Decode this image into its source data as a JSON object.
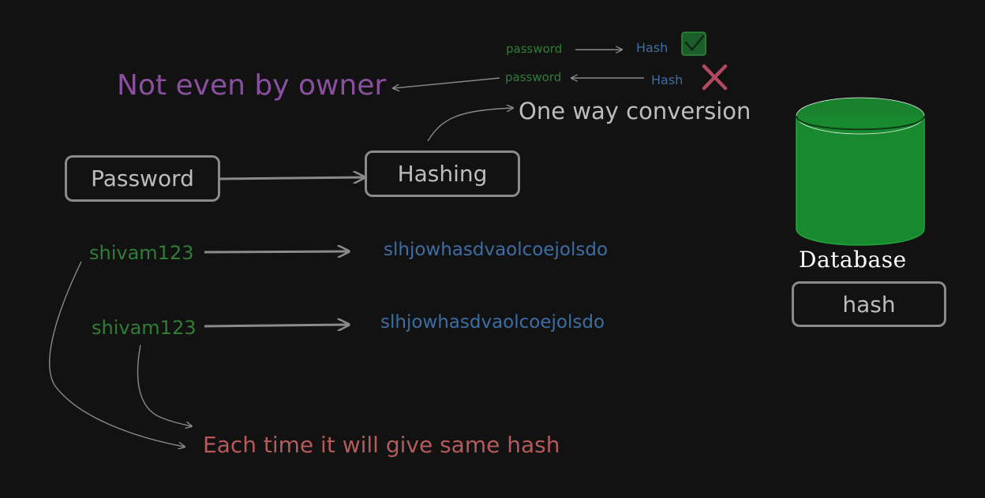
{
  "diagram": {
    "top_row": {
      "password_ok": "password",
      "hash_ok": "Hash",
      "password_fail": "password",
      "hash_fail": "Hash"
    },
    "not_even_by_owner": "Not even by owner",
    "one_way_conversion": "One way conversion",
    "password_box": "Password",
    "hashing_box": "Hashing",
    "examples": [
      {
        "input": "shivam123",
        "output": "slhjowhasdvaolcoejolsdo"
      },
      {
        "input": "shivam123",
        "output": "slhjowhasdvaolcoejolsdo"
      }
    ],
    "same_hash_note": "Each time it will give same hash",
    "database": {
      "label": "Database",
      "field": "hash"
    },
    "colors": {
      "background": "#121212",
      "green_text": "#2f7d36",
      "blue_text": "#3d6ea3",
      "purple_text": "#8a4f9e",
      "red_text": "#b75a5a",
      "gray_text": "#bdbdbd",
      "stroke": "#8a8a8a",
      "db_fill": "#19892f",
      "check_fill": "#1b5e2a",
      "cross": "#b04a63"
    }
  }
}
